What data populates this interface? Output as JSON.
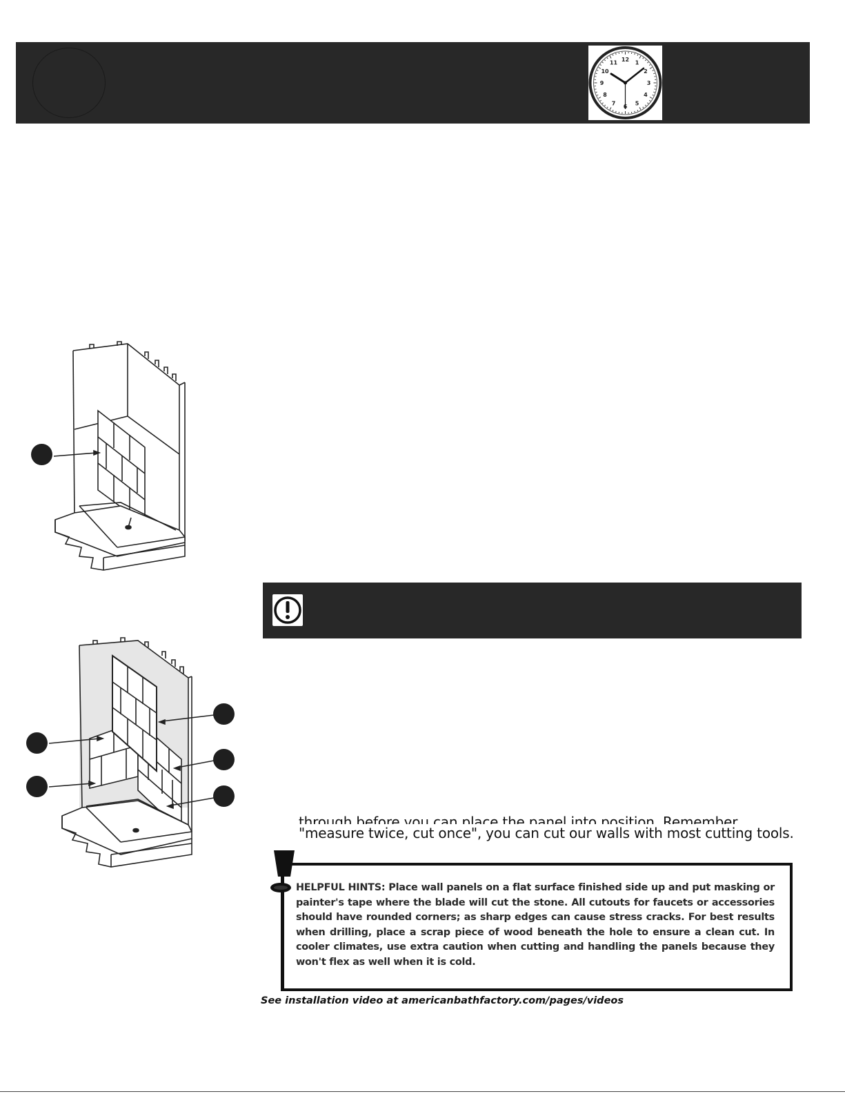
{
  "header": {
    "clock_icon": "wall-clock-icon",
    "clock_numerals": [
      "12",
      "1",
      "2",
      "3",
      "4",
      "5",
      "6",
      "7",
      "8",
      "9",
      "10",
      "11"
    ]
  },
  "figures": {
    "figure_1_icon": "shower-back-wall-panel-illustration",
    "figure_2_icon": "shower-side-wall-panels-illustration"
  },
  "caution": {
    "icon": "exclamation-circle-icon"
  },
  "cutting": {
    "line_partial": "through before you can place the panel into position. Remember",
    "line_full": "\"measure twice, cut once\", you can cut our walls with most cutting tools."
  },
  "hints": {
    "icon": "exclamation-mark-icon",
    "text": "HELPFUL HINTS: Place wall panels on a flat surface finished side up and put masking or painter's tape where the blade will cut the stone. All cutouts for faucets or accessories should have rounded corners; as sharp edges can cause stress cracks. For best results when drilling, place a scrap piece of wood beneath the hole to ensure a clean cut. In cooler climates, use extra caution when cutting and handling the panels because they won't flex as well when it is cold."
  },
  "footer": {
    "video_note": "See installation video at americanbathfactory.com/pages/videos"
  },
  "colors": {
    "header_bg": "#282828",
    "callout": "#1f1f1f",
    "text": "#111111"
  }
}
